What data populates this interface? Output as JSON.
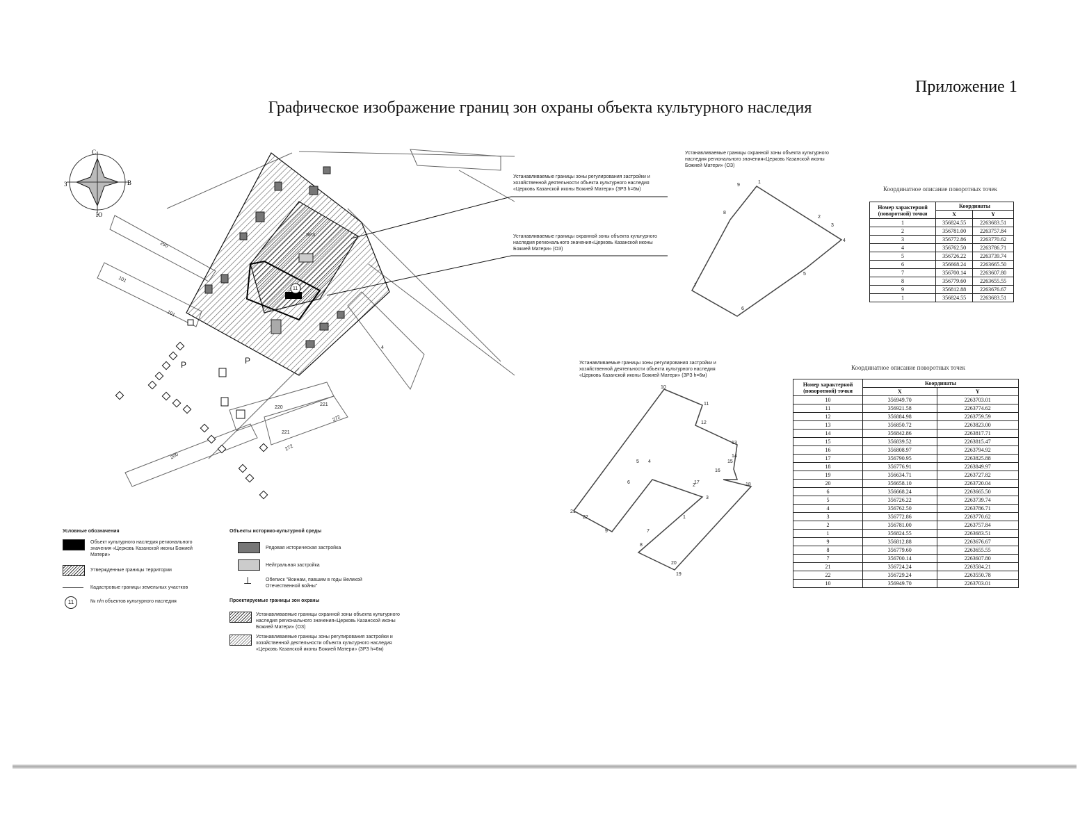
{
  "header": {
    "appendix": "Приложение 1",
    "title": "Графическое изображение границ зон охраны объекта культурного наследия"
  },
  "map": {
    "compass": {
      "n": "С",
      "s": "Ю",
      "e": "В",
      "w": "З"
    },
    "parcel_numbers": [
      "250",
      "101",
      "101",
      "220",
      "221",
      "221",
      "272",
      "272",
      "200",
      "4",
      "11",
      "Р",
      "Р"
    ],
    "zone_label_sz": "ЗРЗ",
    "callout_zrz": "Устанавливаемые границы зоны регулирования застройки и хозяйственной деятельности объекта культурного наследия «Церковь Казанской иконы Божией Матери» (ЗРЗ h=6м)",
    "callout_oz": "Устанавливаемые границы охранной зоны объекта культурного наследия регионального значения«Церковь Казанской иконы Божией Матери» (ОЗ)"
  },
  "oz_scheme": {
    "note": "Устанавливаемые границы охранной зоны объекта культурного наследия регионального значения«Церковь Казанской иконы Божией Матери» (ОЗ)",
    "points": [
      "1",
      "2",
      "3",
      "4",
      "5",
      "6",
      "7",
      "8",
      "9"
    ]
  },
  "zrz_scheme": {
    "note": "Устанавливаемые границы зоны регулирования застройки и хозяйственной деятельности объекта культурного наследия «Церковь Казанской иконы Божией Матери» (ЗРЗ h=6м)",
    "points": [
      "10",
      "11",
      "12",
      "13",
      "14",
      "15",
      "16",
      "17",
      "18",
      "19",
      "20",
      "21",
      "22",
      "6",
      "5",
      "4",
      "3",
      "2",
      "1",
      "9",
      "8",
      "7"
    ]
  },
  "table1": {
    "caption": "Координатное описание поворотных точек",
    "h_point": "Номер характерной (поворотной) точки",
    "h_coords": "Координаты",
    "h_x": "X",
    "h_y": "Y",
    "rows": [
      [
        "1",
        "356824.55",
        "2263683.51"
      ],
      [
        "2",
        "356781.00",
        "2263757.84"
      ],
      [
        "3",
        "356772.86",
        "2263770.62"
      ],
      [
        "4",
        "356762.50",
        "2263786.71"
      ],
      [
        "5",
        "356726.22",
        "2263739.74"
      ],
      [
        "6",
        "356668.24",
        "2263665.50"
      ],
      [
        "7",
        "356700.14",
        "2263607.80"
      ],
      [
        "8",
        "356779.60",
        "2263655.55"
      ],
      [
        "9",
        "356812.88",
        "2263676.67"
      ],
      [
        "1",
        "356824.55",
        "2263683.51"
      ]
    ]
  },
  "table2": {
    "caption": "Координатное описание поворотных точек",
    "h_point": "Номер характерной (поворотной) точки",
    "h_coords": "Координаты",
    "h_x": "X",
    "h_y": "Y",
    "rows": [
      [
        "10",
        "356949.70",
        "2263703.01"
      ],
      [
        "11",
        "356921.58",
        "2263774.62"
      ],
      [
        "12",
        "356884.98",
        "2263759.59"
      ],
      [
        "13",
        "356850.72",
        "2263823.00"
      ],
      [
        "14",
        "356842.86",
        "2263817.71"
      ],
      [
        "15",
        "356839.52",
        "2263815.47"
      ],
      [
        "16",
        "356808.97",
        "2263794.92"
      ],
      [
        "17",
        "356790.95",
        "2263825.88"
      ],
      [
        "18",
        "356776.91",
        "2263849.97"
      ],
      [
        "19",
        "356634.71",
        "2263727.82"
      ],
      [
        "20",
        "356658.10",
        "2263720.04"
      ],
      [
        "6",
        "356668.24",
        "2263665.50"
      ],
      [
        "5",
        "356726.22",
        "2263739.74"
      ],
      [
        "4",
        "356762.50",
        "2263786.71"
      ],
      [
        "3",
        "356772.86",
        "2263770.62"
      ],
      [
        "2",
        "356781.00",
        "2263757.84"
      ],
      [
        "1",
        "356824.55",
        "2263683.51"
      ],
      [
        "9",
        "356812.88",
        "2263676.67"
      ],
      [
        "8",
        "356779.60",
        "2263655.55"
      ],
      [
        "7",
        "356700.14",
        "2263607.80"
      ],
      [
        "21",
        "356724.24",
        "2263584.21"
      ],
      [
        "22",
        "356729.24",
        "2263550.78"
      ],
      [
        "10",
        "356949.70",
        "2263703.01"
      ]
    ]
  },
  "legend": {
    "heading": "Условные обозначения",
    "item_object": "Объект культурного наследия регионального значения «Церковь Казанской иконы Божией Матери»",
    "item_territory": "Утвержденные границы территории",
    "item_cadastral": "Кадастровые границы земельных участков",
    "item_number_badge": "11",
    "item_number": "№ п/п объектов культурного наследия",
    "heading_env": "Объекты историко-культурной среды",
    "item_historic": "Рядовая историческая застройка",
    "item_neutral": "Нейтральная застройка",
    "item_obelisk": "Обелиск \"Воинам, павшим в годы Великой Отечественной войны\"",
    "heading_proj": "Проектируемые границы зон охраны",
    "item_oz": "Устанавливаемые границы охранной зоны объекта культурного наследия регионального значения«Церковь Казанской иконы Божией Матери» (ОЗ)",
    "item_zrz": "Устанавливаемые границы зоны регулирования застройки и хозяйственной деятельности объекта культурного наследия «Церковь Казанской иконы Божией Матери» (ЗРЗ h=6м)"
  }
}
